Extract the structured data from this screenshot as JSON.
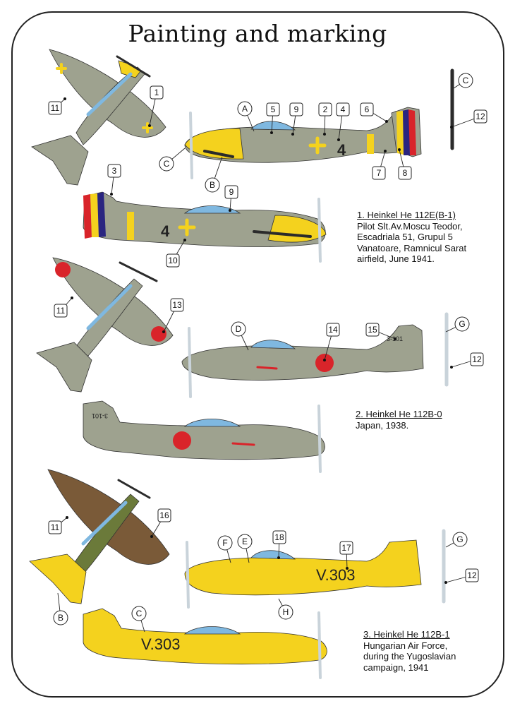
{
  "title": "Painting and marking",
  "colors": {
    "grey": "#9ea28f",
    "yellow": "#f4d21e",
    "blue": "#7fb8e0",
    "red": "#d9242a",
    "brown": "#7a5a38",
    "green": "#6b7a3a",
    "light": "#c9d3da",
    "dark": "#2b2b2b",
    "romanian_blue": "#2a2580"
  },
  "captions": [
    {
      "heading": "1. Heinkel He 112E(B-1)",
      "lines": [
        "Pilot Slt.Av.Moscu Teodor,",
        "Escadriala 51, Grupul 5",
        "Vanatoare, Ramnicul Sarat",
        "airfield, June 1941."
      ]
    },
    {
      "heading": "2. Heinkel He 112B-0",
      "lines": [
        "Japan, 1938."
      ]
    },
    {
      "heading": "3. Heinkel He 112B-1",
      "lines": [
        "Hungarian Air Force,",
        "during the Yugoslavian",
        "campaign, 1941"
      ]
    }
  ],
  "markings": {
    "romanian_code": "4",
    "japanese_code": "3-101",
    "hungarian_code": "V.303"
  },
  "callouts": {
    "boxes": [
      "1",
      "11",
      "5",
      "9",
      "2",
      "4",
      "6",
      "12",
      "7",
      "8",
      "3",
      "9",
      "10",
      "11",
      "13",
      "14",
      "15",
      "12",
      "11",
      "16",
      "18",
      "17",
      "12"
    ],
    "circles": [
      "A",
      "C",
      "B",
      "C",
      "D",
      "G",
      "F",
      "E",
      "G",
      "H",
      "B",
      "C"
    ]
  }
}
